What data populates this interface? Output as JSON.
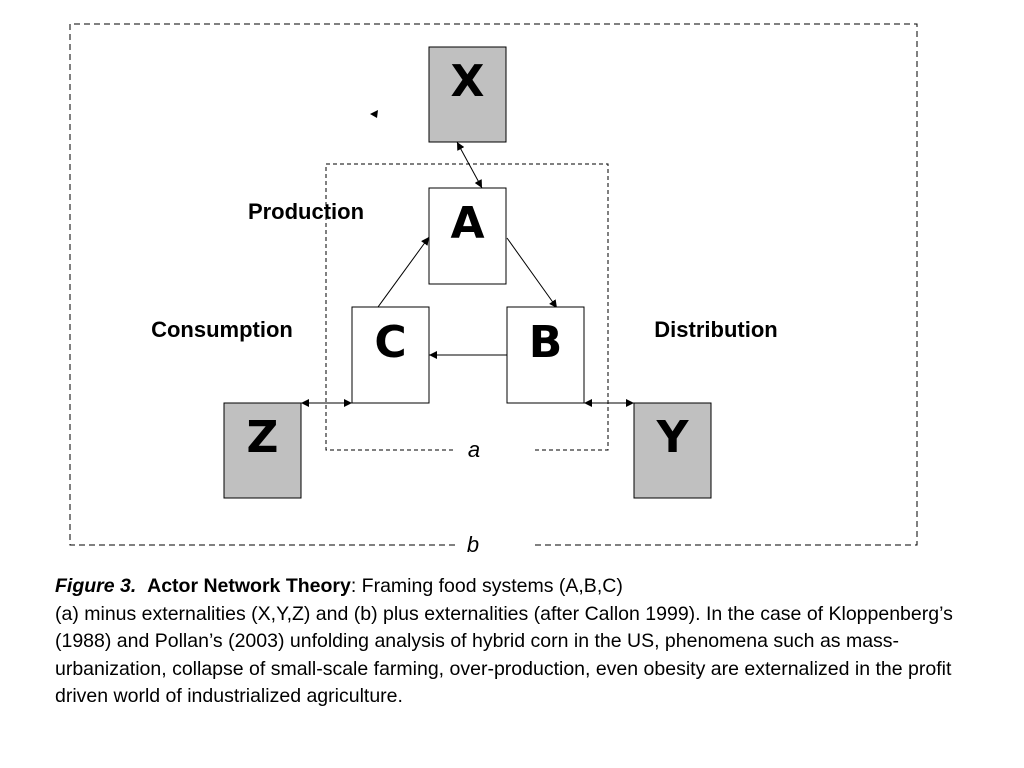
{
  "diagram": {
    "boundaries": {
      "inner": {
        "label": "a"
      },
      "outer": {
        "label": "b"
      }
    },
    "nodes": {
      "A": {
        "label": "A",
        "fill": "#ffffff"
      },
      "B": {
        "label": "B",
        "fill": "#ffffff"
      },
      "C": {
        "label": "C",
        "fill": "#ffffff"
      },
      "X": {
        "label": "X",
        "fill": "#c0c0c0"
      },
      "Y": {
        "label": "Y",
        "fill": "#c0c0c0"
      },
      "Z": {
        "label": "Z",
        "fill": "#c0c0c0"
      }
    },
    "region_labels": {
      "production": "Production",
      "consumption": "Consumption",
      "distribution": "Distribution"
    },
    "edges": [
      {
        "from": "C",
        "to": "A",
        "direction": "forward"
      },
      {
        "from": "A",
        "to": "B",
        "direction": "forward"
      },
      {
        "from": "B",
        "to": "C",
        "direction": "forward"
      },
      {
        "from": "X",
        "to": "A",
        "direction": "both"
      },
      {
        "from": "Z",
        "to": "C",
        "direction": "both"
      },
      {
        "from": "B",
        "to": "Y",
        "direction": "both"
      }
    ]
  },
  "caption": {
    "figure_number": "Figure 3.",
    "title": "Actor  Network Theory",
    "title_suffix": ": Framing food systems (A,B,C)",
    "body": "(a)  minus externalities  (X,Y,Z) and (b) plus externalities (after Callon 1999).  In the case of Kloppenberg’s (1988) and Pollan’s (2003) unfolding analysis of hybrid corn in the US, phenomena such as mass-urbanization, collapse of small-scale farming, over-production, even obesity are externalized in the profit driven world of industrialized agriculture."
  }
}
